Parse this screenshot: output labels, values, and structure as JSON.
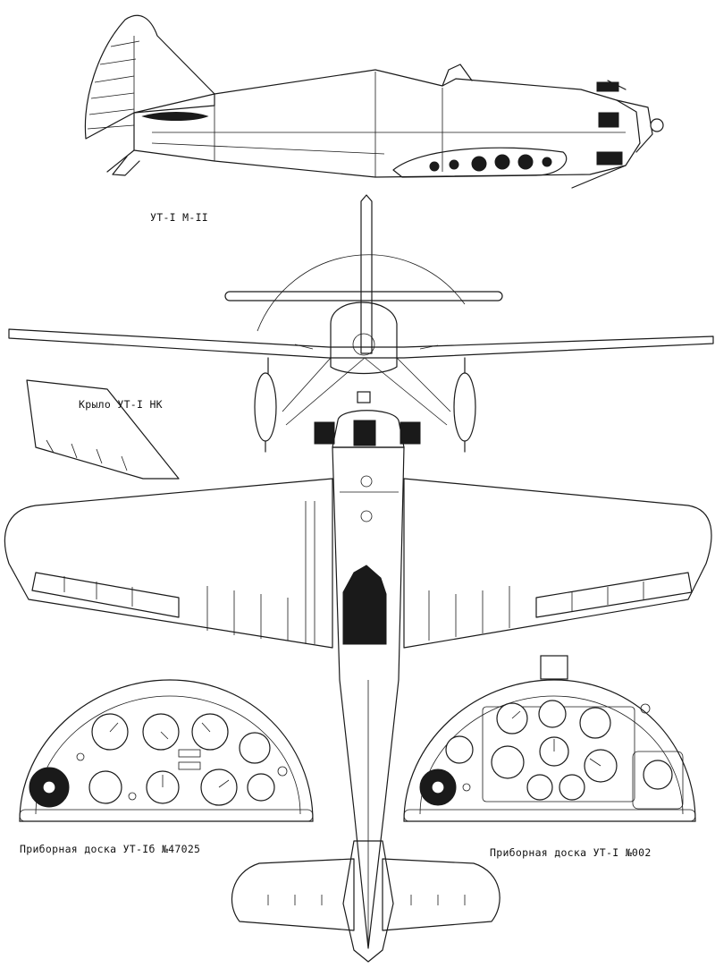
{
  "labels": {
    "side_view": "УТ-I М-II",
    "wing_nk": "Крыло УТ-I НК",
    "panel_left": "Приборная доска УТ-Iб №47025",
    "panel_right": "Приборная доска УТ-I  №002"
  }
}
